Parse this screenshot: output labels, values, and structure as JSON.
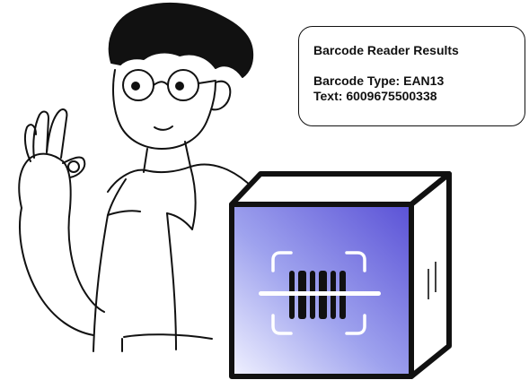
{
  "result_card": {
    "title": "Barcode Reader Results",
    "type_label": "Barcode Type:",
    "type_value": "EAN13",
    "text_label": "Text:",
    "text_value": "6009675500338"
  },
  "icons": {
    "scanner": "barcode-scanner-icon",
    "character": "person-ok-gesture-illustration",
    "box": "scanner-box-illustration"
  },
  "colors": {
    "ink": "#111111",
    "gradient_start": "#5a51d6",
    "gradient_end": "#eef0ff",
    "background": "#ffffff"
  }
}
